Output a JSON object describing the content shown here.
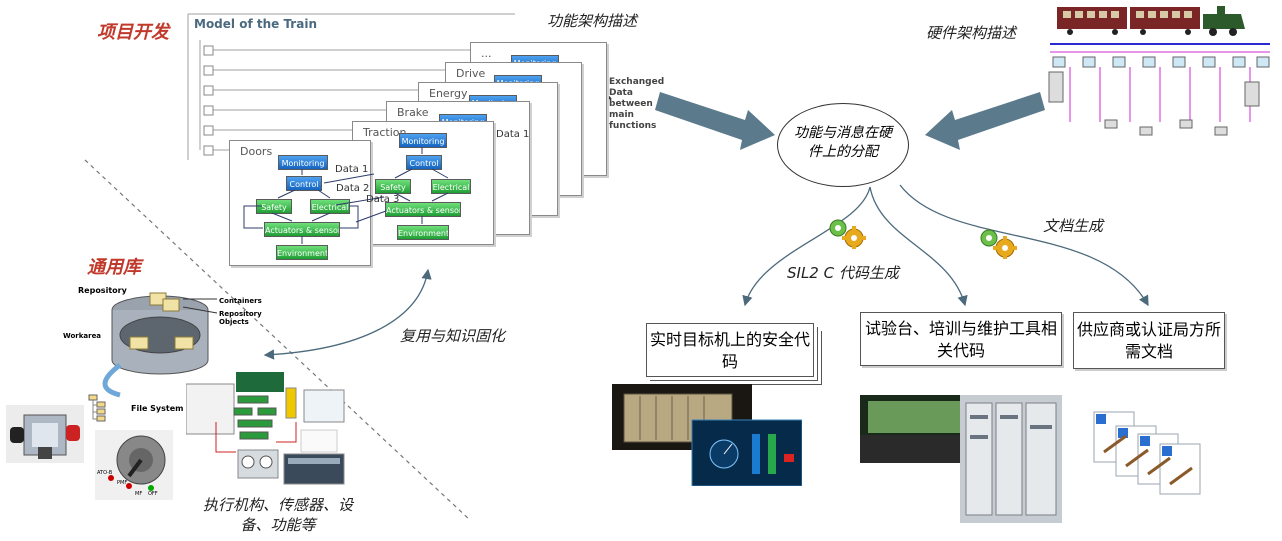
{
  "headings": {
    "project_dev": "项目开发",
    "common_lib": "通用库"
  },
  "captions": {
    "functional_arch": "功能架构描述",
    "hardware_arch": "硬件架构描述",
    "center_node": "功能与消息在硬件上的分配",
    "doc_gen": "文档生成",
    "code_gen": "SIL2 C 代码生成",
    "reuse": "复用与知识固化",
    "actuators": "执行机构、传感器、设备、功能等"
  },
  "model": {
    "title": "Model of the Train",
    "exchanged_note": "Exchanged Data between main functions"
  },
  "panels": {
    "dots": "...",
    "drive": "Drive",
    "energy": "Energy",
    "brake": "Brake",
    "traction": "Traction",
    "doors": "Doors"
  },
  "blocks": {
    "monitoring": "Monitoring",
    "control": "Control",
    "safety": "Safety",
    "electrical": "Electrical",
    "actuators_sensors": "Actuators & sensors",
    "environment": "Environment"
  },
  "data_labels": {
    "data1": "Data 1",
    "data2": "Data 2",
    "data3": "Data 3"
  },
  "repository": {
    "repository": "Repository",
    "containers": "Containers",
    "repository_objects": "Repository Objects",
    "workarea": "Workarea",
    "file_system": "File System"
  },
  "outputs": {
    "safe_code": "实时目标机上的安全代码",
    "test_code": "试验台、培训与维护工具相关代码",
    "docs": "供应商或认证局方所需文档"
  },
  "knob_labels": {
    "ato": "ATO-B",
    "pmf": "PMF",
    "off": "OFF",
    "mf": "MF"
  },
  "colors": {
    "heading_red": "#c0392b",
    "block_blue": "#1565c0",
    "block_green": "#1f9e34",
    "arrow_slate": "#5b7a8c"
  }
}
